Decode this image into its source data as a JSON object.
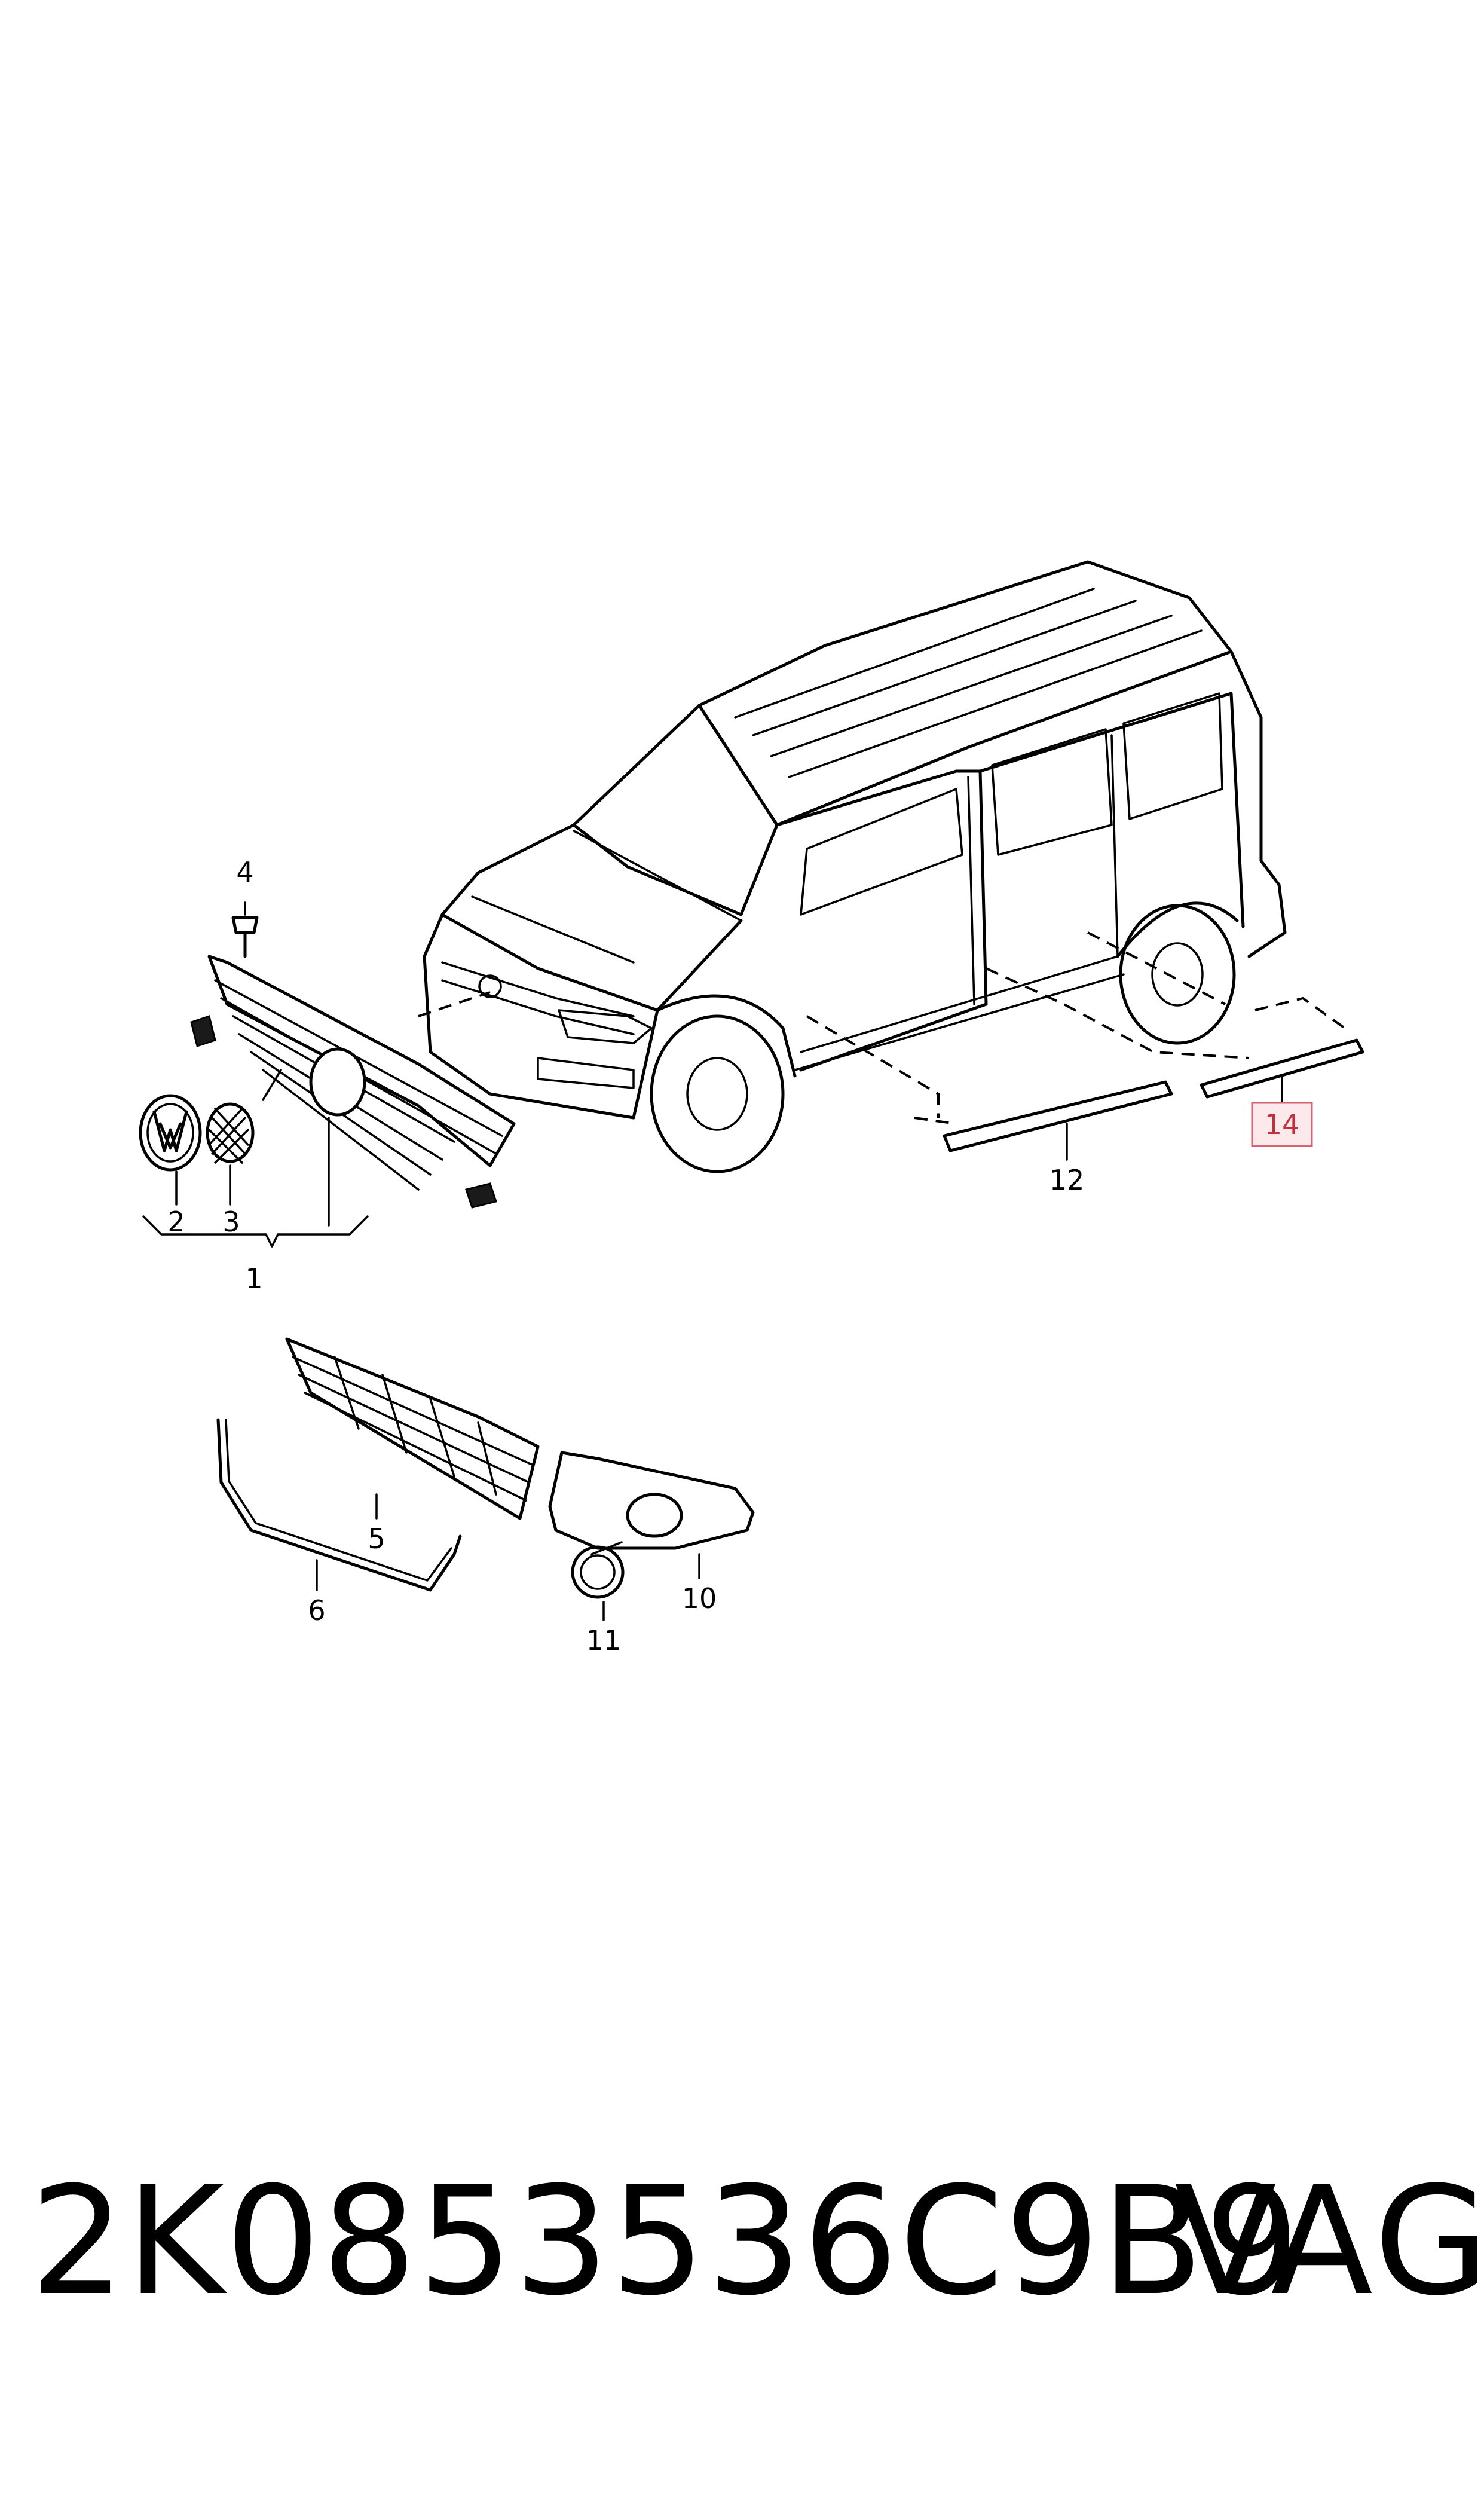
{
  "callouts": {
    "c1": "1",
    "c2": "2",
    "c3": "3",
    "c4": "4",
    "c5": "5",
    "c6": "6",
    "c10": "10",
    "c11": "11",
    "c12": "12",
    "c14": "14"
  },
  "highlight_color": "#c0303c",
  "footer": {
    "part_number": "2K0853536C9B9",
    "brand": "VAG"
  }
}
